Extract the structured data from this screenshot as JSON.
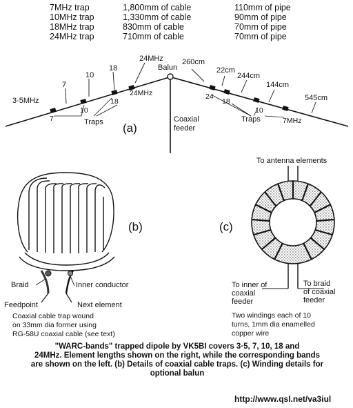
{
  "trap_table": {
    "rows": [
      [
        "7MHz trap",
        "1,800mm of cable",
        "110mm of pipe"
      ],
      [
        "10MHz trap",
        "1,330mm of cable",
        "90mm of pipe"
      ],
      [
        "18MHz trap",
        "830mm of cable",
        "70mm of pipe"
      ],
      [
        "24MHz trap",
        "710mm of cable",
        "70mm of pipe"
      ]
    ]
  },
  "diagram_a": {
    "label": "(a)",
    "balun": "Balun",
    "coax": [
      "Coaxial",
      "feeder"
    ],
    "left_bands": [
      "3·5MHz",
      "7",
      "10",
      "18",
      "24MHz"
    ],
    "left_trap_labels": [
      "7",
      "10",
      "18",
      "24MHz"
    ],
    "traps_word": "Traps",
    "right_lengths": [
      "260cm",
      "22cm",
      "244cm",
      "144cm",
      "545cm"
    ],
    "right_trap_labels": [
      "24",
      "18",
      "10",
      "7MHz"
    ]
  },
  "diagram_b": {
    "label": "(b)",
    "braid": "Braid",
    "inner": "Inner conductor",
    "feedpoint": "Feedpoint",
    "next": "Next element",
    "note": [
      "Coaxial cable trap wound",
      "on 33mm dia former using",
      "RG-58U coaxial cable (see text)"
    ]
  },
  "diagram_c": {
    "label": "(c)",
    "top": "To antenna elements",
    "inner": [
      "To inner of",
      "coaxial",
      "feeder"
    ],
    "braid": [
      "To braid",
      "of coaxial",
      "feeder"
    ],
    "note": [
      "Two windings each of 10",
      "turns, 1mm dia enamelled",
      "copper wire"
    ]
  },
  "caption": {
    "lines": [
      "\"WARC-bands\" trapped dipole by VK5BI covers 3·5, 7, 10, 18 and",
      "24MHz. Element lengths shown on the right, while the corresponding bands",
      "are shown on the left. (b) Details of coaxial cable traps. (c) Winding details for",
      "optional balun"
    ]
  },
  "url": "http://www.qsl.net/va3iul"
}
